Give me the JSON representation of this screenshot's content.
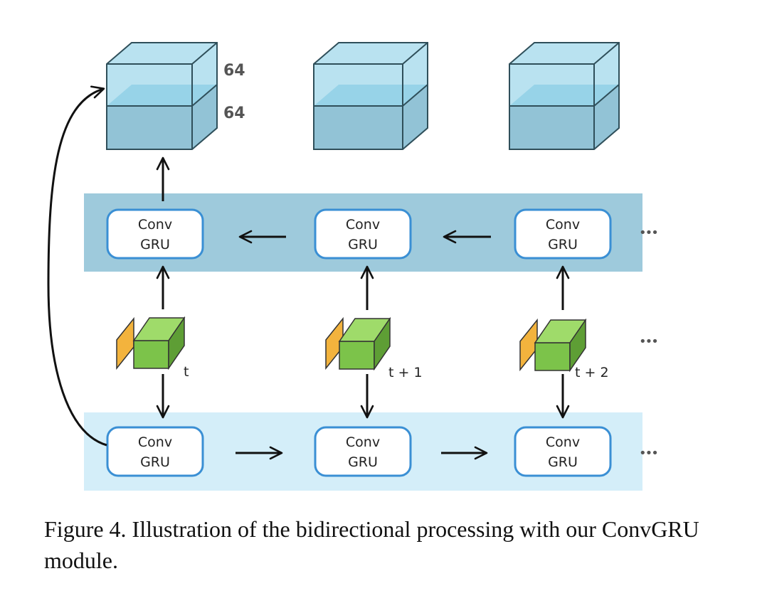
{
  "diagram": {
    "cube_labels": {
      "upper": "64",
      "lower": "64"
    },
    "gru_label_top": "Conv",
    "gru_label_bottom": "GRU",
    "time_labels": [
      "t",
      "t + 1",
      "t + 2"
    ],
    "ellipsis": "•••",
    "colors": {
      "backward_band": "#9ecadc",
      "forward_band": "#d4eef9",
      "gru_border": "#3a8fd4",
      "cube_top_half": "#b9e2f0",
      "cube_bottom_half": "#92c3d6",
      "feature_green": "#7cc34a",
      "feature_orange": "#f3b33d"
    }
  },
  "caption": "Figure 4. Illustration of the bidirectional processing with our ConvGRU module."
}
